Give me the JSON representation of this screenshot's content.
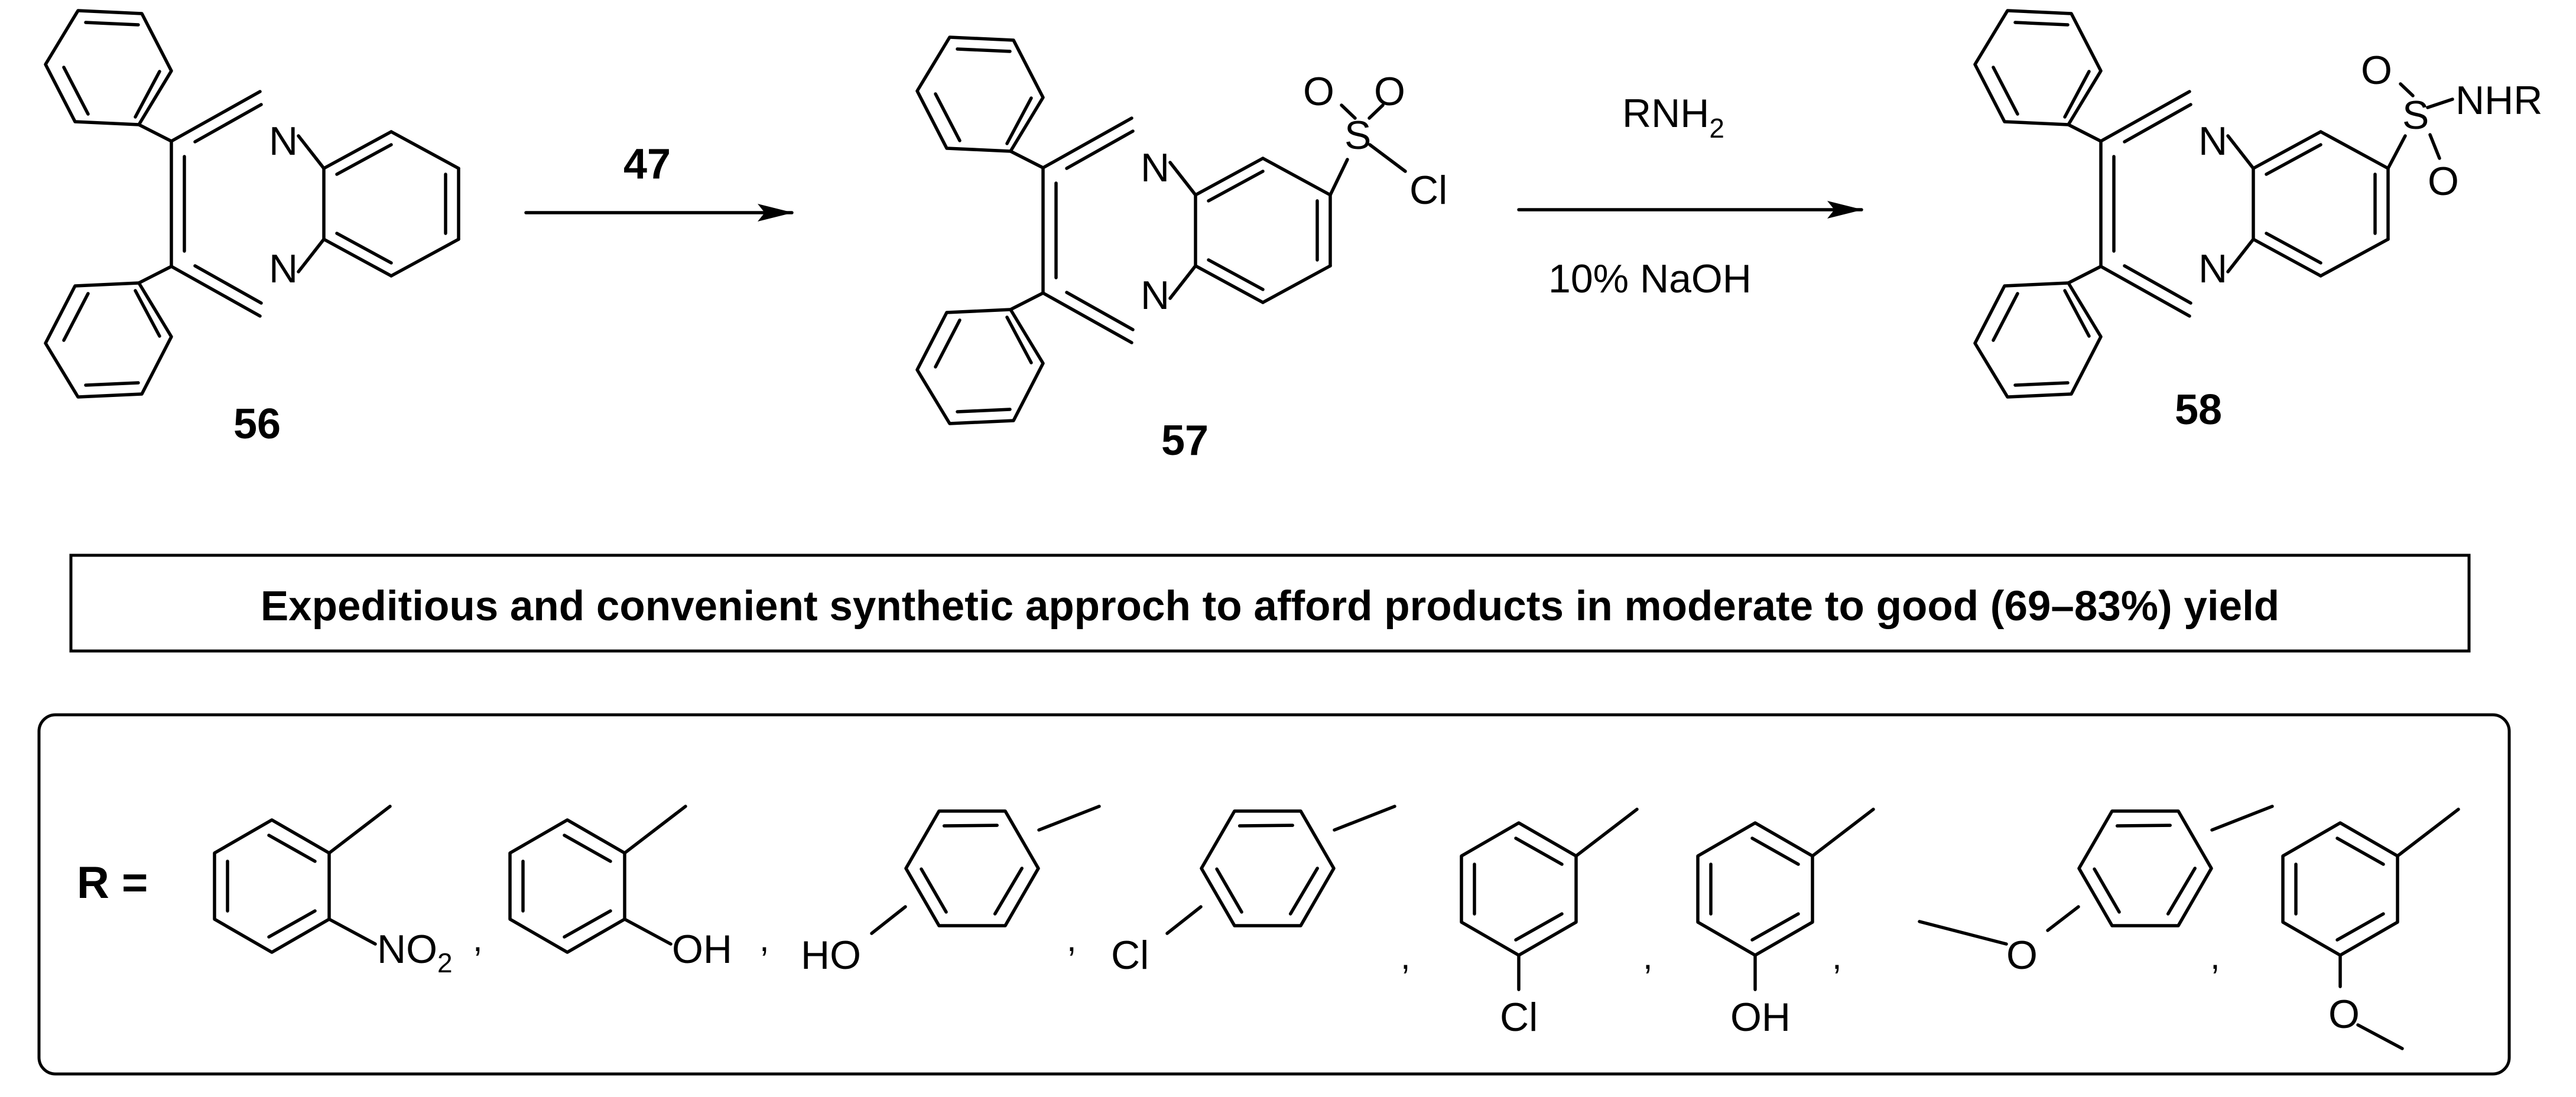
{
  "compounds": {
    "c56": "56",
    "c57": "57",
    "c58": "58"
  },
  "atoms": {
    "N": "N",
    "S": "S",
    "O": "O",
    "Cl": "Cl",
    "NHR": "NHR",
    "OH": "OH",
    "HO": "HO",
    "NO": "NO",
    "sub2": "2"
  },
  "step1": {
    "reagent": "47"
  },
  "step2": {
    "reagent_main": "RNH",
    "reagent_sub": "2",
    "conditions": "10% NaOH"
  },
  "note": "Expeditious and convenient synthetic approch to afford products in moderate to good (69–83%) yield",
  "r_groups": {
    "label": "R =",
    "separator": ",",
    "items": [
      "NO2",
      "OH",
      "HO",
      "Cl",
      "Cl",
      "OH",
      "O",
      "O"
    ]
  }
}
